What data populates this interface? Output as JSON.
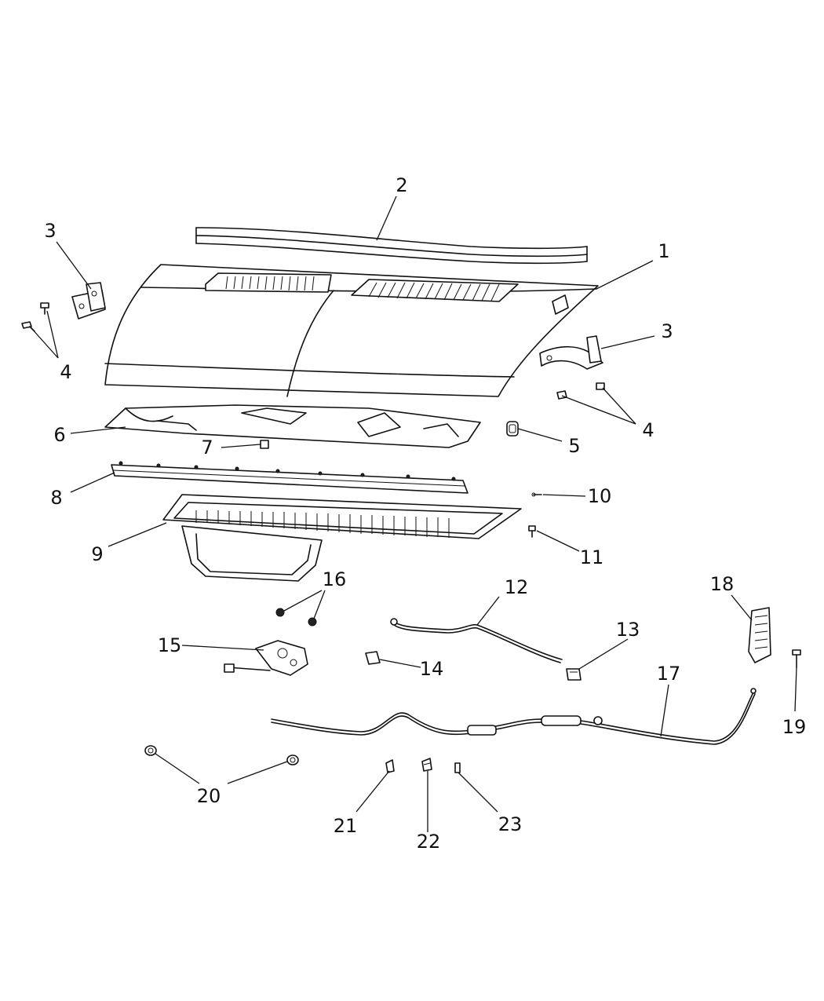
{
  "callouts": {
    "c1": "1",
    "c2": "2",
    "c3a": "3",
    "c3b": "3",
    "c4a": "4",
    "c4b": "4",
    "c5": "5",
    "c6": "6",
    "c7": "7",
    "c8": "8",
    "c9": "9",
    "c10": "10",
    "c11": "11",
    "c12": "12",
    "c13": "13",
    "c14": "14",
    "c15": "15",
    "c16": "16",
    "c17": "17",
    "c18": "18",
    "c19": "19",
    "c20": "20",
    "c21": "21",
    "c22": "22",
    "c23": "23"
  }
}
